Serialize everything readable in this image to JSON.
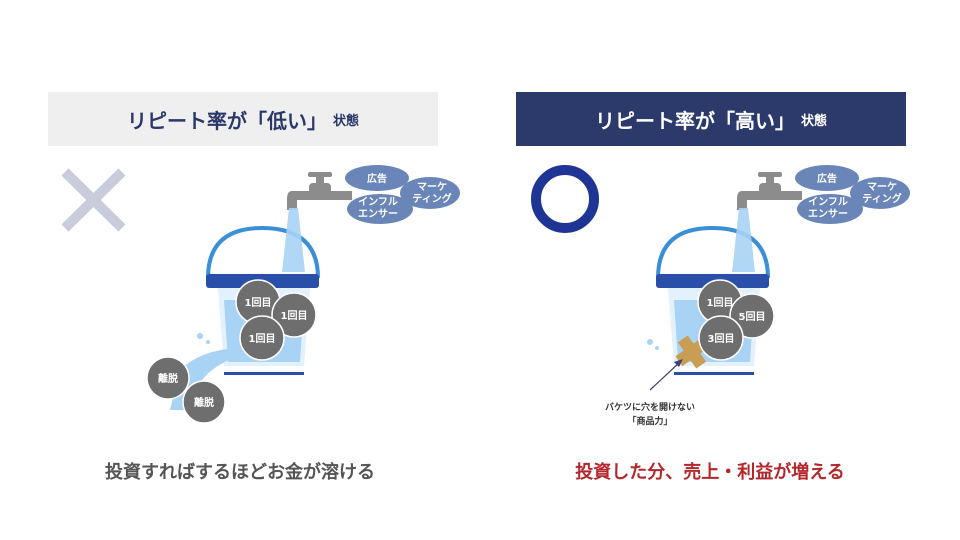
{
  "left": {
    "title": "リピート率が「低い」",
    "title_suffix": "状態",
    "mark": "cross",
    "clouds": {
      "ad": "広告",
      "marketing_1": "マーケ",
      "marketing_2": "ティング",
      "influencer_1": "インフル",
      "influencer_2": "エンサー"
    },
    "coins": [
      "1回目",
      "1回目",
      "1回目"
    ],
    "churn": [
      "離脱",
      "離脱"
    ],
    "caption": "投資すればするほどお金が溶ける"
  },
  "right": {
    "title": "リピート率が「高い」",
    "title_suffix": "状態",
    "mark": "circle",
    "clouds": {
      "ad": "広告",
      "marketing_1": "マーケ",
      "marketing_2": "ティング",
      "influencer_1": "インフル",
      "influencer_2": "エンサー"
    },
    "coins": [
      "1回目",
      "5回目",
      "3回目"
    ],
    "note_1": "バケツに穴を開けない",
    "note_2": "「商品力」",
    "caption": "投資した分、売上・利益が増える"
  },
  "colors": {
    "navy": "#2b3a6b",
    "accent_red": "#b3262b",
    "cloud": "#6a86b8",
    "coin": "#6e6e6e",
    "bucket_rim": "#2a4fa8"
  }
}
